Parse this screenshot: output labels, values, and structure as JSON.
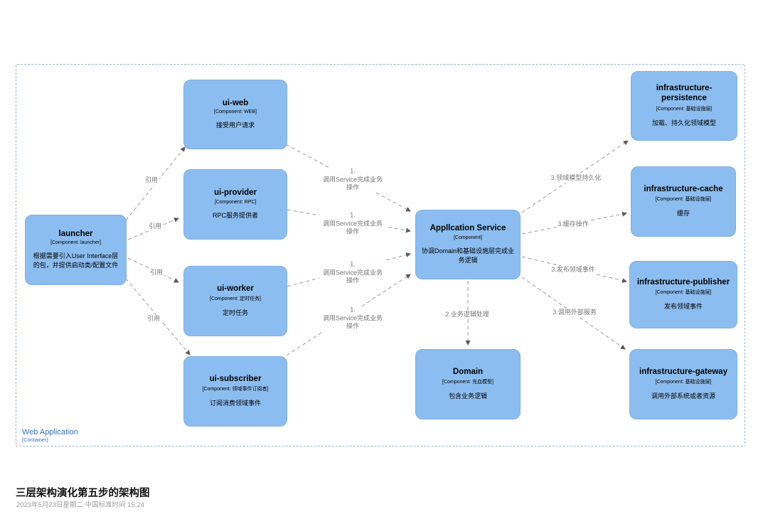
{
  "page": {
    "title": "三层架构演化第五步的架构图",
    "timestamp": "2023年5月23日星期二 中国标准时间 15:24"
  },
  "boundary": {
    "name": "Web Application",
    "type": "[Container]"
  },
  "nodes": {
    "launcher": {
      "title": "launcher",
      "meta": "[Component: launcher]",
      "desc": "根据需要引入User Interface层的包，并提供启动类/配置文件"
    },
    "ui_web": {
      "title": "ui-web",
      "meta": "[Component: WEB]",
      "desc": "接受用户请求"
    },
    "ui_provider": {
      "title": "ui-provider",
      "meta": "[Component: RPC]",
      "desc": "RPC服务提供者"
    },
    "ui_worker": {
      "title": "ui-worker",
      "meta": "[Component: 定时任务]",
      "desc": "定时任务"
    },
    "ui_subscriber": {
      "title": "ui-subscriber",
      "meta": "[Component: 领域事件订阅者]",
      "desc": "订阅消费领域事件"
    },
    "app_service": {
      "title": "Appllcation Service",
      "meta": "[Component]",
      "desc": "协调Domain和基础设施层完成业务逻辑"
    },
    "domain": {
      "title": "Domain",
      "meta": "[Component: 充血模型]",
      "desc": "包含业务逻辑"
    },
    "infra_persistence": {
      "title": "infrastructure-persistence",
      "meta": "[Component: 基础设施层]",
      "desc": "加载、持久化领域模型"
    },
    "infra_cache": {
      "title": "infrastructure-cache",
      "meta": "[Component: 基础设施层]",
      "desc": "缓存"
    },
    "infra_publisher": {
      "title": "infrastructure-publisher",
      "meta": "[Component: 基础设施层]",
      "desc": "发布领域事件"
    },
    "infra_gateway": {
      "title": "infrastructure-gateway",
      "meta": "[Component: 基础设施层]",
      "desc": "调用外部系统或者资源"
    }
  },
  "edge_labels": {
    "ref1": "引用",
    "ref2": "引用",
    "ref3": "引用",
    "ref4": "引用",
    "call1": "1.\n调用Service完成业务操作",
    "call2": "1.\n调用Service完成业务操作",
    "call3": "1.\n调用Service完成业务操作",
    "call4": "1.\n调用Service完成业务操作",
    "logic": "2.业务逻辑处理",
    "persist": "3.领域模型持久化",
    "cache": "3.缓存操作",
    "publish": "3.发布领域事件",
    "gateway": "3.调用外部服务"
  },
  "colors": {
    "node_fill": "#8CBDF0",
    "node_border": "#82AEDC",
    "edge": "#9a9a9a",
    "arrowhead": "#5a5a5a",
    "boundary_border": "#9FB3C8",
    "boundary_label": "#3572B0"
  }
}
